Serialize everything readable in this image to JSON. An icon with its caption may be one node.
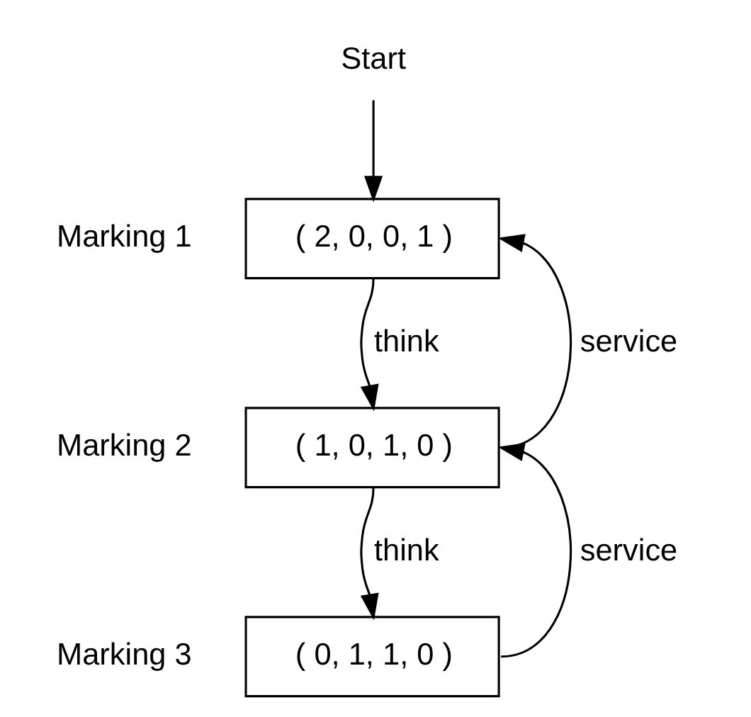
{
  "diagram": {
    "nodes": [
      {
        "text": [
          "Start"
        ]
      },
      {
        "text": [
          "( 2, 0, 0, 1 )"
        ],
        "beside": [
          "Marking 1"
        ]
      },
      {
        "text": [
          "( 1, 0, 1, 0 )"
        ],
        "beside": [
          "Marking 2"
        ]
      },
      {
        "text": [
          "( 0, 1, 1, 0 )"
        ],
        "beside": [
          "Marking 3"
        ]
      }
    ],
    "edges": [
      {
        "from": 0,
        "to": 1,
        "arrow": "to"
      },
      {
        "from": 1,
        "to": 2,
        "arrow": "to",
        "label": "think"
      },
      {
        "from": 2,
        "to": 3,
        "arrow": "to",
        "label": "think"
      },
      {
        "from": 2,
        "to": 1,
        "arrow": "to",
        "label": "service"
      },
      {
        "from": 3,
        "to": 2,
        "arrow": "to",
        "label": "service"
      }
    ]
  }
}
